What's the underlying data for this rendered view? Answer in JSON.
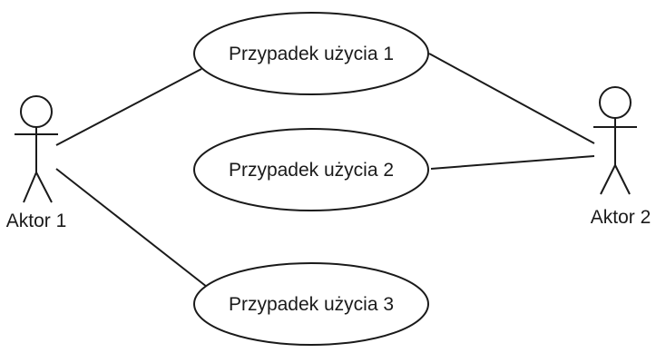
{
  "actors": [
    {
      "id": "a1",
      "name": "Aktor 1"
    },
    {
      "id": "a2",
      "name": "Aktor 2"
    }
  ],
  "use_cases": [
    {
      "id": "uc1",
      "name": "Przypadek użycia 1"
    },
    {
      "id": "uc2",
      "name": "Przypadek użycia 2"
    },
    {
      "id": "uc3",
      "name": "Przypadek użycia 3"
    }
  ],
  "associations": [
    {
      "from": "a1",
      "to": "uc1"
    },
    {
      "from": "a1",
      "to": "uc3"
    },
    {
      "from": "a2",
      "to": "uc1"
    },
    {
      "from": "a2",
      "to": "uc2"
    }
  ],
  "colors": {
    "line": "#1a1a1a",
    "background": "#ffffff"
  }
}
